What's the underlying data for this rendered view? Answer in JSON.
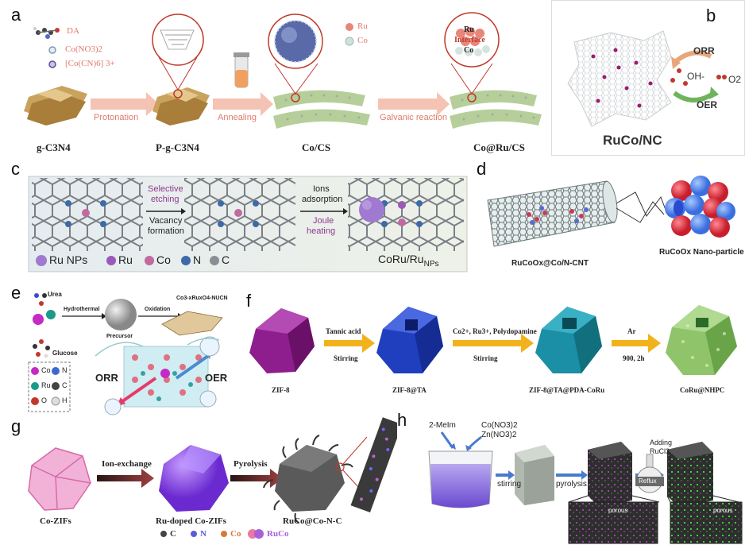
{
  "panels": {
    "a": {
      "label": "a",
      "legend": [
        "DA",
        "Co(NO3)2",
        "[Co(CN)6] 3+",
        "Ru",
        "Co"
      ],
      "steps": [
        "Protonation",
        "Annealing",
        "Galvanic reaction"
      ],
      "materials": [
        "g-C3N4",
        "P-g-C3N4",
        "Co/CS",
        "Co@Ru/CS"
      ],
      "inset_text": [
        "Ru",
        "Interface",
        "Co"
      ]
    },
    "b": {
      "label": "b",
      "reactions": [
        "ORR",
        "OH-",
        "O2",
        "OER"
      ],
      "title": "RuCo/NC"
    },
    "c": {
      "label": "c",
      "step1": [
        "Selective",
        "etching",
        "Vacancy",
        "formation"
      ],
      "step2": [
        "Ions",
        "adsorption",
        "Joule",
        "heating"
      ],
      "legend": [
        "Ru NPs",
        "Ru",
        "Co",
        "N",
        "C"
      ],
      "product": "CoRu/Ru",
      "product_sub": "NPs"
    },
    "d": {
      "label": "d",
      "caption_left": "RuCoOx@Co/N-CNT",
      "caption_right": "RuCoOx Nano-particle"
    },
    "e": {
      "label": "e",
      "legend_top": [
        "Urea",
        "Hydrothermal",
        "Oxidation",
        "Precursor",
        "Glucose"
      ],
      "product": "Co3-xRuxO4-NUCN",
      "elements": [
        "Co",
        "N",
        "Ru",
        "C",
        "O",
        "H"
      ],
      "reactions": [
        "ORR",
        "OER"
      ]
    },
    "f": {
      "label": "f",
      "steps": [
        {
          "top": "Tannic acid",
          "bottom": "Stirring"
        },
        {
          "top": "Co2+, Ru3+, Polydopamine",
          "bottom": "Stirring"
        },
        {
          "top": "Ar",
          "bottom": "900, 2h"
        }
      ],
      "materials": [
        "ZIF-8",
        "ZIF-8@TA",
        "ZIF-8@TA@PDA-CoRu",
        "CoRu@NHPC"
      ]
    },
    "g": {
      "label": "g",
      "steps": [
        "Ion-exchange",
        "Pyrolysis"
      ],
      "materials": [
        "Co-ZIFs",
        "Ru-doped Co-ZIFs",
        "RuCo@Co-N-C"
      ],
      "legend": [
        "C",
        "N",
        "Co",
        "RuCo"
      ]
    },
    "h": {
      "label": "h",
      "reagents": [
        "2-MeIm",
        "Co(NO3)2",
        "Zn(NO3)2"
      ],
      "steps": [
        "stirring",
        "pyrolysis"
      ],
      "adding": [
        "Adding",
        "RuCl3"
      ],
      "flask": "Reflux",
      "inset": [
        "porous",
        "porous"
      ]
    }
  },
  "colors": {
    "arrow_salmon": "#f3b9a6",
    "arrow_blue": "#6b9ee0",
    "arrow_gold": "#f2b21c",
    "arrow_dark": "#3a2222",
    "zif8": "#8e1e8e",
    "zifta": "#1f3fbf",
    "zifcoru": "#1a8fa5",
    "nhpc": "#8fc46a",
    "sheet": "#b6cf9a",
    "pink": "#f2b2d8",
    "violet": "#8b4cf0",
    "darkgray": "#4a4a4a"
  }
}
